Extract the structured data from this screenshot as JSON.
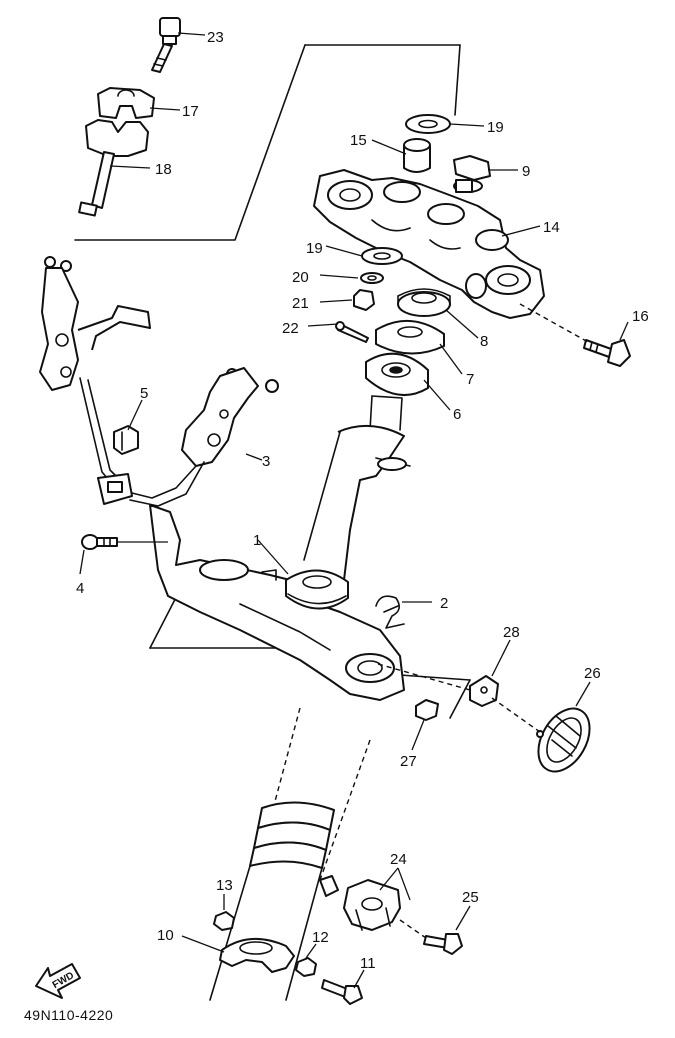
{
  "callouts": {
    "c1": "1",
    "c2": "2",
    "c3": "3",
    "c4": "4",
    "c5": "5",
    "c6": "6",
    "c7": "7",
    "c8": "8",
    "c9": "9",
    "c10": "10",
    "c11": "11",
    "c12": "12",
    "c13": "13",
    "c14": "14",
    "c15": "15",
    "c16": "16",
    "c17": "17",
    "c18": "18",
    "c19a": "19",
    "c19b": "19",
    "c20": "20",
    "c21": "21",
    "c22": "22",
    "c23": "23",
    "c24": "24",
    "c25": "25",
    "c26": "26",
    "c27": "27",
    "c28": "28"
  },
  "direction_label": "FWD",
  "reference_code": "49N110-4220"
}
